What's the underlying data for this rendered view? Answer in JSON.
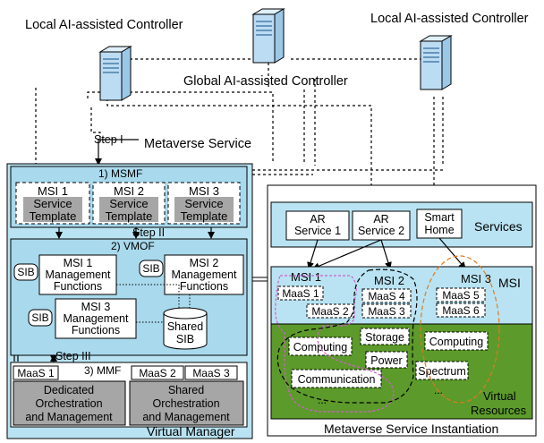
{
  "controllers": {
    "local_left": "Local AI-assisted Controller",
    "global": "Global AI-assisted Controller",
    "local_right": "Local AI-assisted Controller"
  },
  "steps": {
    "step1": "Step I",
    "step2": "Step II",
    "step3": "Step III"
  },
  "metaverse_service": "Metaverse Service",
  "virtual_manager": {
    "title": "Virtual Manager",
    "msmf": {
      "title": "1) MSMF",
      "templates": [
        {
          "line1": "MSI 1",
          "line2": "Service",
          "line3": "Template"
        },
        {
          "line1": "MSI 2",
          "line2": "Service",
          "line3": "Template"
        },
        {
          "line1": "MSI 3",
          "line2": "Service",
          "line3": "Template"
        }
      ]
    },
    "vmof": {
      "title": "2) VMOF",
      "functions": [
        {
          "line1": "MSI 1",
          "line2": "Management",
          "line3": "Functions"
        },
        {
          "line1": "MSI 2",
          "line2": "Management",
          "line3": "Functions"
        },
        {
          "line1": "MSI 3",
          "line2": "Management",
          "line3": "Functions"
        }
      ],
      "sib": "SIB",
      "shared_sib_line1": "Shared",
      "shared_sib_line2": "SIB"
    },
    "mmf": {
      "title": "3) MMF",
      "maas1": "MaaS 1",
      "maas2": "MaaS 2",
      "maas3": "MaaS 3",
      "dedicated": [
        "Dedicated",
        "Orchestration",
        "and Management"
      ],
      "shared": [
        "Shared",
        "Orchestration",
        "and Management"
      ]
    }
  },
  "instantiation": {
    "title": "Metaverse Service Instantiation",
    "services_label": "Services",
    "services": [
      {
        "line1": "AR",
        "line2": "Service 1"
      },
      {
        "line1": "AR",
        "line2": "Service 2"
      },
      {
        "line1": "Smart",
        "line2": "Home"
      }
    ],
    "msi_label": "MSI",
    "msi1": "MSI 1",
    "msi2": "MSI 2",
    "msi3": "MSI 3",
    "maas": [
      "MaaS 1",
      "MaaS 2",
      "MaaS 4",
      "MaaS 3",
      "MaaS 5",
      "MaaS 6"
    ],
    "resources": [
      "Computing",
      "Storage",
      "Power",
      "Communication",
      "Computing",
      "Spectrum"
    ],
    "ellipsis": "...",
    "virtual_resources": [
      "Virtual",
      "Resources"
    ]
  },
  "colors": {
    "light_blue": "#b9e3f2",
    "mid_blue": "#a9d9ec",
    "green": "#5c9a2b",
    "gray": "#a6a6a6",
    "magenta": "#d05fd0",
    "orange": "#e07a1f"
  }
}
